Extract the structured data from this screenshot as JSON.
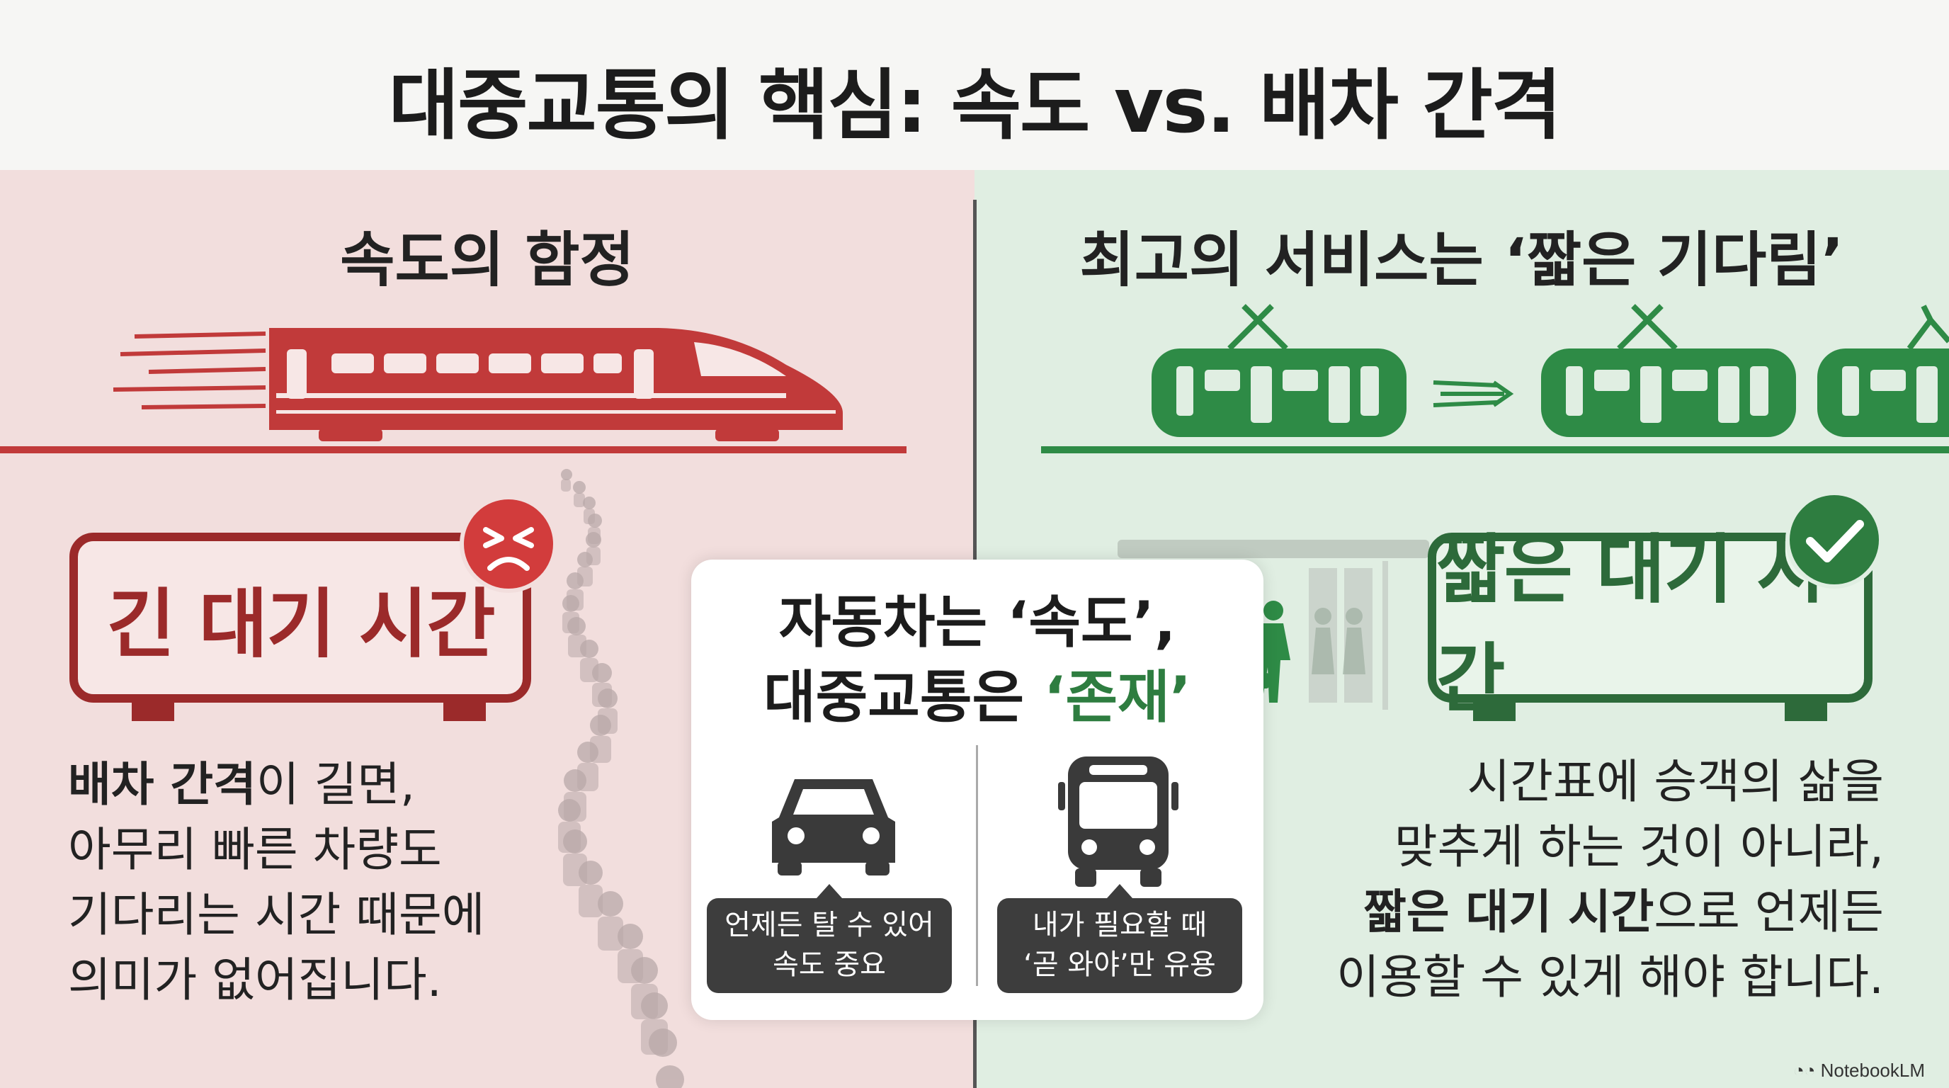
{
  "title": "대중교통의 핵심: 속도 vs. 배차 간격",
  "left": {
    "heading": "속도의 함정",
    "sign_text": "긴 대기 시간",
    "badge_icon": "angry-face-icon",
    "body_bold": "배차 간격",
    "body_line1_rest": "이 길면,",
    "body_line2": "아무리 빠른 차량도",
    "body_line3": "기다리는 시간 때문에",
    "body_line4": "의미가 없어집니다.",
    "accent_color": "#c13a3a"
  },
  "right": {
    "heading": "최고의 서비스는 ‘짧은 기다림’",
    "sign_text": "짧은 대기 시간",
    "badge_icon": "check-icon",
    "body_line1": "시간표에 승객의 삶을",
    "body_line2": "맞추게 하는 것이 아니라,",
    "body_bold": "짧은 대기 시간",
    "body_line3_rest": "으로 언제든",
    "body_line4": "이용할 수 있게 해야 합니다.",
    "accent_color": "#2e8b46"
  },
  "center": {
    "title_line1": "자동차는 ‘속도’,",
    "title_line2_plain": "대중교통은 ",
    "title_line2_em": "‘존재’",
    "car_bubble_line1": "언제든 탈 수 있어",
    "car_bubble_line2": "속도 중요",
    "bus_bubble_line1": "내가 필요할 때",
    "bus_bubble_line2": "‘곧 와야’만 유용"
  },
  "watermark": "NotebookLM"
}
